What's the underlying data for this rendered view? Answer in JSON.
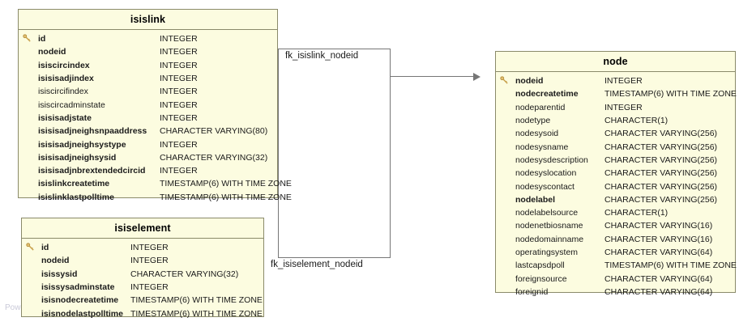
{
  "diagram": {
    "type": "entity-relationship-diagram",
    "watermark": "Powered by yFiles"
  },
  "entities": [
    {
      "id": "isislink",
      "name": "isislink",
      "columns": [
        {
          "key": true,
          "bold": true,
          "name": "id",
          "type": "INTEGER"
        },
        {
          "key": false,
          "bold": true,
          "name": "nodeid",
          "type": "INTEGER"
        },
        {
          "key": false,
          "bold": true,
          "name": "isiscircindex",
          "type": "INTEGER"
        },
        {
          "key": false,
          "bold": true,
          "name": "isisisadjindex",
          "type": "INTEGER"
        },
        {
          "key": false,
          "bold": false,
          "name": "isiscircifindex",
          "type": "INTEGER"
        },
        {
          "key": false,
          "bold": false,
          "name": "isiscircadminstate",
          "type": "INTEGER"
        },
        {
          "key": false,
          "bold": true,
          "name": "isisisadjstate",
          "type": "INTEGER"
        },
        {
          "key": false,
          "bold": true,
          "name": "isisisadjneighsnpaaddress",
          "type": "CHARACTER VARYING(80)"
        },
        {
          "key": false,
          "bold": true,
          "name": "isisisadjneighsystype",
          "type": "INTEGER"
        },
        {
          "key": false,
          "bold": true,
          "name": "isisisadjneighsysid",
          "type": "CHARACTER VARYING(32)"
        },
        {
          "key": false,
          "bold": true,
          "name": "isisisadjnbrextendedcircid",
          "type": "INTEGER"
        },
        {
          "key": false,
          "bold": true,
          "name": "isislinkcreatetime",
          "type": "TIMESTAMP(6) WITH TIME ZONE"
        },
        {
          "key": false,
          "bold": true,
          "name": "isislinklastpolltime",
          "type": "TIMESTAMP(6) WITH TIME ZONE"
        }
      ]
    },
    {
      "id": "isiselement",
      "name": "isiselement",
      "columns": [
        {
          "key": true,
          "bold": true,
          "name": "id",
          "type": "INTEGER"
        },
        {
          "key": false,
          "bold": true,
          "name": "nodeid",
          "type": "INTEGER"
        },
        {
          "key": false,
          "bold": true,
          "name": "isissysid",
          "type": "CHARACTER VARYING(32)"
        },
        {
          "key": false,
          "bold": true,
          "name": "isissysadminstate",
          "type": "INTEGER"
        },
        {
          "key": false,
          "bold": true,
          "name": "isisnodecreatetime",
          "type": "TIMESTAMP(6) WITH TIME ZONE"
        },
        {
          "key": false,
          "bold": true,
          "name": "isisnodelastpolltime",
          "type": "TIMESTAMP(6) WITH TIME ZONE"
        }
      ]
    },
    {
      "id": "node",
      "name": "node",
      "columns": [
        {
          "key": true,
          "bold": true,
          "name": "nodeid",
          "type": "INTEGER"
        },
        {
          "key": false,
          "bold": true,
          "name": "nodecreatetime",
          "type": "TIMESTAMP(6) WITH TIME ZONE"
        },
        {
          "key": false,
          "bold": false,
          "name": "nodeparentid",
          "type": "INTEGER"
        },
        {
          "key": false,
          "bold": false,
          "name": "nodetype",
          "type": "CHARACTER(1)"
        },
        {
          "key": false,
          "bold": false,
          "name": "nodesysoid",
          "type": "CHARACTER VARYING(256)"
        },
        {
          "key": false,
          "bold": false,
          "name": "nodesysname",
          "type": "CHARACTER VARYING(256)"
        },
        {
          "key": false,
          "bold": false,
          "name": "nodesysdescription",
          "type": "CHARACTER VARYING(256)"
        },
        {
          "key": false,
          "bold": false,
          "name": "nodesyslocation",
          "type": "CHARACTER VARYING(256)"
        },
        {
          "key": false,
          "bold": false,
          "name": "nodesyscontact",
          "type": "CHARACTER VARYING(256)"
        },
        {
          "key": false,
          "bold": true,
          "name": "nodelabel",
          "type": "CHARACTER VARYING(256)"
        },
        {
          "key": false,
          "bold": false,
          "name": "nodelabelsource",
          "type": "CHARACTER(1)"
        },
        {
          "key": false,
          "bold": false,
          "name": "nodenetbiosname",
          "type": "CHARACTER VARYING(16)"
        },
        {
          "key": false,
          "bold": false,
          "name": "nodedomainname",
          "type": "CHARACTER VARYING(16)"
        },
        {
          "key": false,
          "bold": false,
          "name": "operatingsystem",
          "type": "CHARACTER VARYING(64)"
        },
        {
          "key": false,
          "bold": false,
          "name": "lastcapsdpoll",
          "type": "TIMESTAMP(6) WITH TIME ZONE"
        },
        {
          "key": false,
          "bold": false,
          "name": "foreignsource",
          "type": "CHARACTER VARYING(64)"
        },
        {
          "key": false,
          "bold": false,
          "name": "foreignid",
          "type": "CHARACTER VARYING(64)"
        }
      ]
    }
  ],
  "relationships": [
    {
      "id": "fk_isislink_nodeid",
      "label": "fk_isislink_nodeid",
      "from": "isislink",
      "to": "node",
      "from_column": "nodeid",
      "to_column": "nodeid"
    },
    {
      "id": "fk_isiselement_nodeid",
      "label": "fk_isiselement_nodeid",
      "from": "isiselement",
      "to": "node",
      "from_column": "nodeid",
      "to_column": "nodeid"
    }
  ],
  "colors": {
    "entity_fill": "#fcfce0",
    "entity_border": "#8a8a6a",
    "connector": "#767676",
    "key_icon": "#c8a04a",
    "text": "#1a1a1a"
  }
}
